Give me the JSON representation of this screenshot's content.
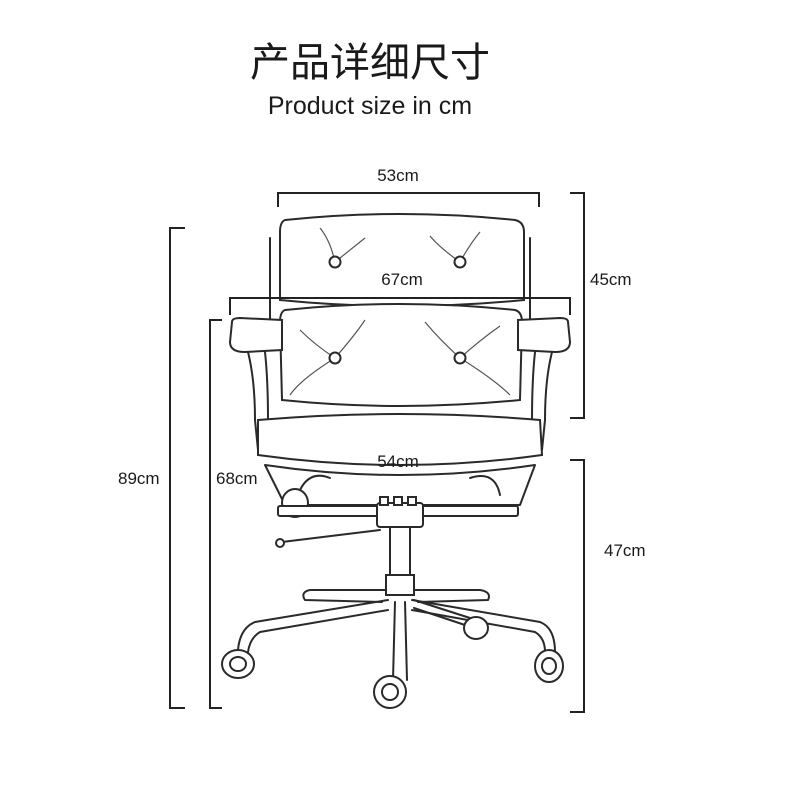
{
  "title": {
    "chinese": "产品详细尺寸",
    "english": "Product size in cm"
  },
  "dimensions": {
    "width_top": "53cm",
    "backrest_height": "45cm",
    "armrest_width": "67cm",
    "total_height": "89cm",
    "seat_height_side": "68cm",
    "seat_width": "54cm",
    "seat_height": "47cm"
  }
}
